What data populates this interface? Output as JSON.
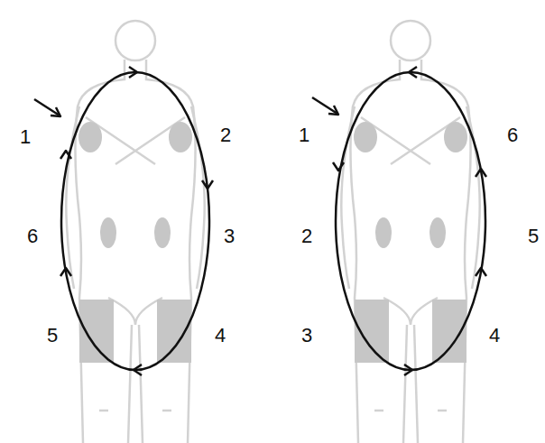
{
  "diagram": {
    "labels": [
      "1",
      "2",
      "3",
      "4",
      "5",
      "6",
      "1",
      "2",
      "3",
      "4",
      "5",
      "6"
    ]
  }
}
